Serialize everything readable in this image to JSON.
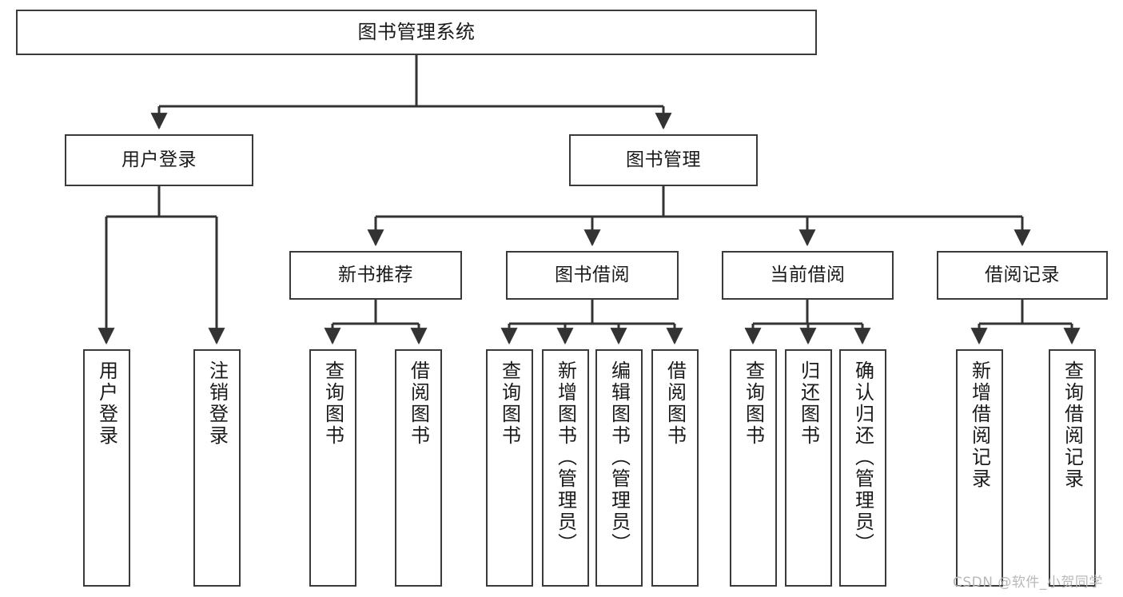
{
  "diagram": {
    "type": "tree-hierarchy",
    "title": "图书管理系统",
    "watermark": "CSDN @软件_小贺同学",
    "colors": {
      "box_border": "#3a3a3a",
      "box_fill": "#ffffff",
      "connector": "#333333",
      "text": "#1a1a1a",
      "watermark": "#b9b9b9",
      "background": "#ffffff"
    },
    "levels": {
      "root": {
        "label": "图书管理系统"
      },
      "level2": [
        {
          "label": "用户登录"
        },
        {
          "label": "图书管理"
        }
      ],
      "level3": [
        {
          "label": "新书推荐"
        },
        {
          "label": "图书借阅"
        },
        {
          "label": "当前借阅"
        },
        {
          "label": "借阅记录"
        }
      ],
      "leaves": {
        "user_login": [
          {
            "label": "用户登录"
          },
          {
            "label": "注销登录"
          }
        ],
        "new_book_recommend": [
          {
            "label": "查询图书"
          },
          {
            "label": "借阅图书"
          }
        ],
        "book_borrow": [
          {
            "label": "查询图书"
          },
          {
            "label": "新增图书（管理员）"
          },
          {
            "label": "编辑图书（管理员）"
          },
          {
            "label": "借阅图书"
          }
        ],
        "current_borrow": [
          {
            "label": "查询图书"
          },
          {
            "label": "归还图书"
          },
          {
            "label": "确认归还（管理员）"
          }
        ],
        "borrow_record": [
          {
            "label": "新增借阅记录"
          },
          {
            "label": "查询借阅记录"
          }
        ]
      }
    }
  }
}
